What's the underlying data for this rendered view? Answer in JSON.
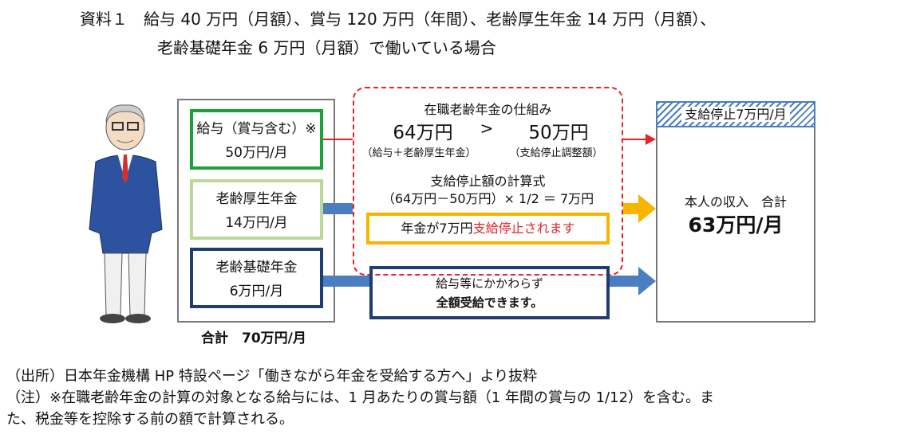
{
  "title": {
    "line1": "資料１　給与 40 万円（月額）、賞与 120 万円（年間）、老齢厚生年金 14 万円（月額）、",
    "line2": "老齢基礎年金 6 万円（月額）で働いている場合"
  },
  "left": {
    "salary": {
      "label": "給与（賞与含む）※",
      "amount": "50万円/月"
    },
    "employee_pension": {
      "label": "老齢厚生年金",
      "amount": "14万円/月"
    },
    "basic_pension": {
      "label": "老齢基礎年金",
      "amount": "6万円/月"
    },
    "total": "合計　70万円/月"
  },
  "middle": {
    "heading": "在職老齢年金の仕組み",
    "left_value": "64万円",
    "compare": ">",
    "right_value": "50万円",
    "left_note": "（給与＋老齢厚生年金）",
    "right_note": "（支給停止調整額）",
    "formula_heading": "支給停止額の計算式",
    "formula": "（64万円－50万円）× 1/2 ＝ 7万円",
    "result_prefix": "年金が7万円",
    "result_red": "支給停止されます",
    "basic_line1": "給与等にかかわらず",
    "basic_line2": "全額受給できます。"
  },
  "right": {
    "stopped": "支給停止7万円/月",
    "income_label": "本人の収入　合計",
    "income_value": "63万円/月"
  },
  "notes": {
    "source": "（出所）日本年金機構 HP 特設ページ「働きながら年金を受給する方へ」より抜粋",
    "note1": "（注）※在職老齢年金の計算の対象となる給与には、1 月あたりの賞与額（1 年間の賞与の 1/12）を含む。ま",
    "note2": "た、税金等を控除する前の額で計算される。"
  },
  "colors": {
    "green": "#1aa33a",
    "light_green": "#b9d89a",
    "navy": "#1f3d73",
    "blue": "#4a7ec0",
    "red": "#e8222a",
    "yellow": "#f7b500"
  }
}
